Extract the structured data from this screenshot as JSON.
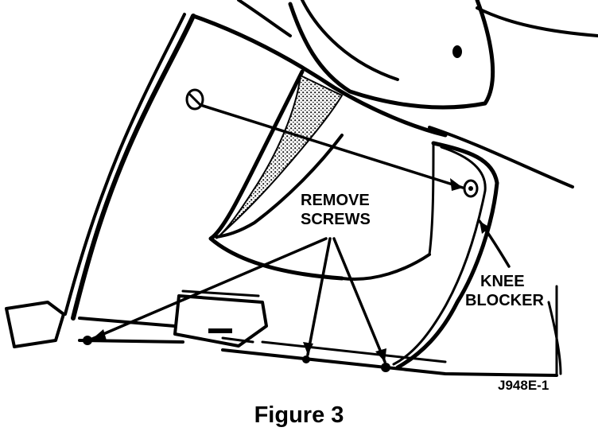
{
  "diagram": {
    "callout_remove_line1": "REMOVE",
    "callout_remove_line2": "SCREWS",
    "callout_knee_line1": "KNEE",
    "callout_knee_line2": "BLOCKER",
    "figure_code": "J948E-1"
  },
  "caption": "Figure 3",
  "colors": {
    "ink": "#000000",
    "paper": "#ffffff",
    "stipple": "#4a4a4a"
  }
}
